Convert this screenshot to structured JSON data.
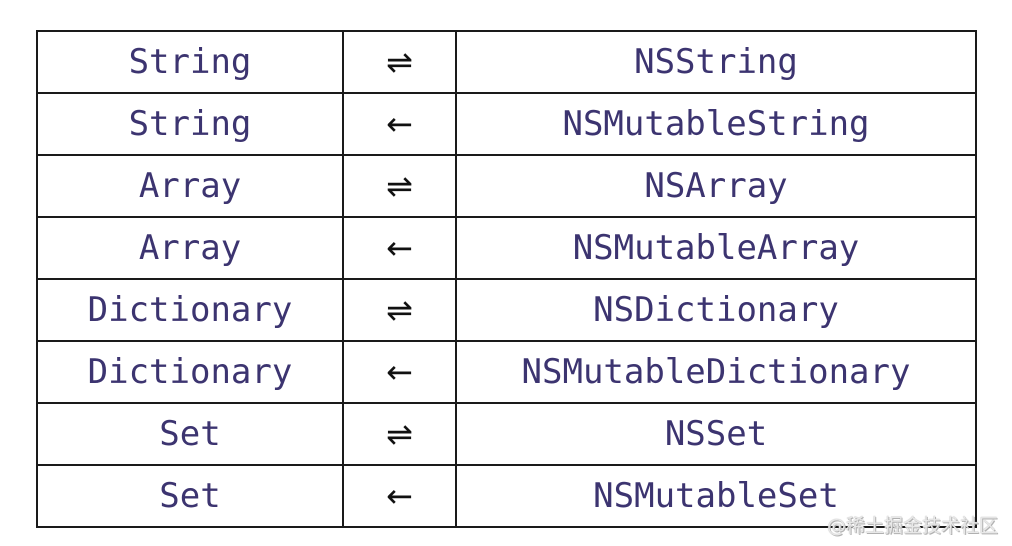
{
  "rows": [
    {
      "swift": "String",
      "arrow": "⇌",
      "objc": "NSString"
    },
    {
      "swift": "String",
      "arrow": "←",
      "objc": "NSMutableString"
    },
    {
      "swift": "Array",
      "arrow": "⇌",
      "objc": "NSArray"
    },
    {
      "swift": "Array",
      "arrow": "←",
      "objc": "NSMutableArray"
    },
    {
      "swift": "Dictionary",
      "arrow": "⇌",
      "objc": "NSDictionary"
    },
    {
      "swift": "Dictionary",
      "arrow": "←",
      "objc": "NSMutableDictionary"
    },
    {
      "swift": "Set",
      "arrow": "⇌",
      "objc": "NSSet"
    },
    {
      "swift": "Set",
      "arrow": "←",
      "objc": "NSMutableSet"
    }
  ],
  "watermark": "@稀土掘金技术社区",
  "colors": {
    "type_text": "#3c3470",
    "arrow": "#111111",
    "border": "#1a1a1a"
  }
}
